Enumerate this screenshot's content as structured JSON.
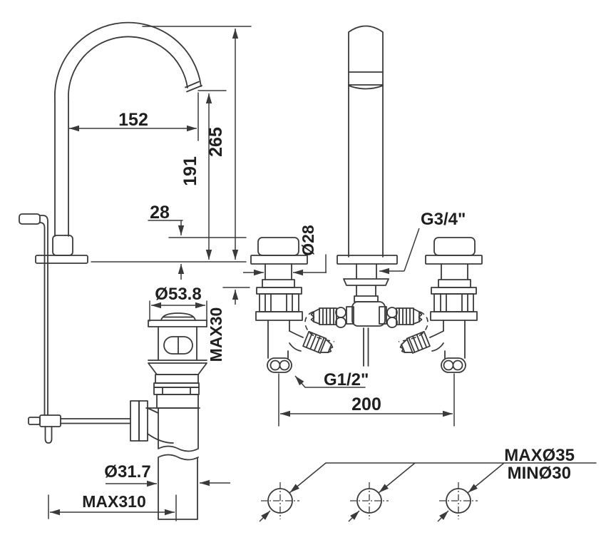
{
  "page": {
    "background": "#ffffff",
    "border": "#d9d9d9"
  },
  "drawing": {
    "kind": "three-hole basin mixer installation drawing",
    "colors": {
      "line": "#3a3a3a",
      "text": "#1f1f1f"
    },
    "labels": {
      "spout_reach": "152",
      "overall_height": "265",
      "outlet_height": "191",
      "base_height": "28",
      "waste_flange_dia": "Ø53.8",
      "valve_body_dia": "Ø28",
      "max_deck_thickness": "MAX30",
      "spout_connection": "G3/4\"",
      "valve_connection": "G1/2\"",
      "valve_spacing": "200",
      "waste_pipe_dia": "Ø31.7",
      "rod_length": "MAX310",
      "hole_dia_max": "MAXØ35",
      "hole_dia_min": "MINØ30"
    }
  }
}
